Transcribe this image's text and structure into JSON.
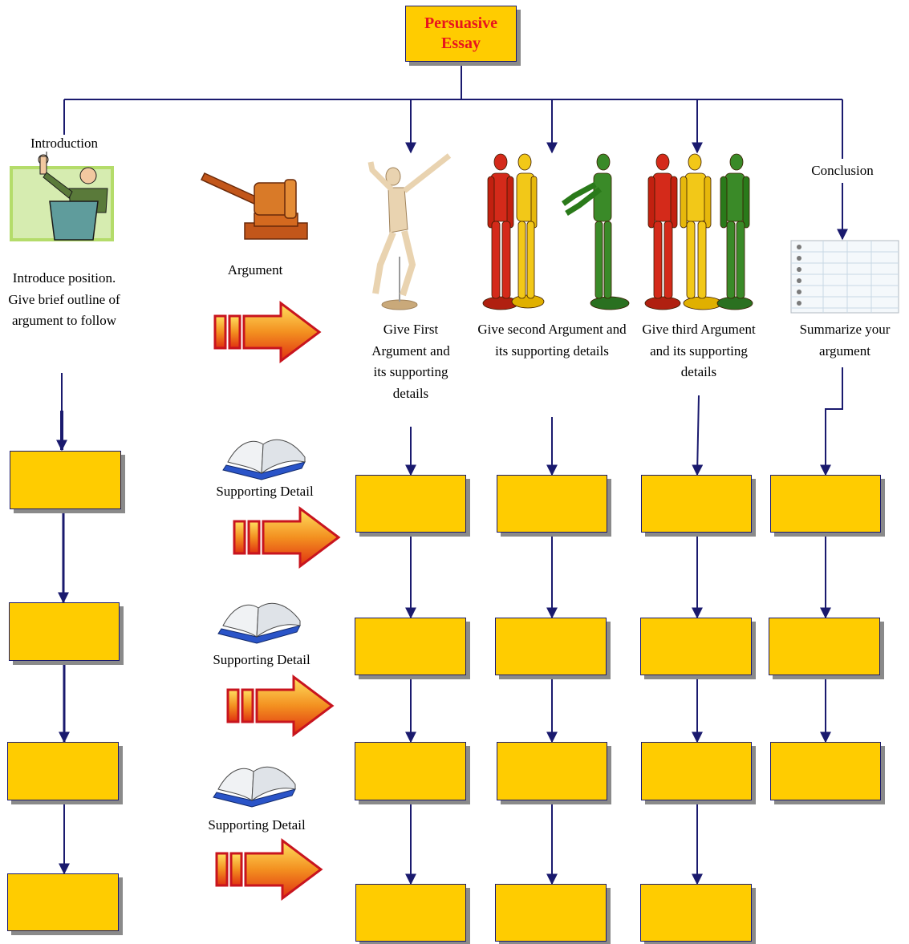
{
  "title": "Persuasive Essay",
  "columns": {
    "introduction": {
      "heading": "Introduction",
      "description": "Introduce position. Give brief outline of argument to follow"
    },
    "argument_key": {
      "heading": "Argument",
      "supporting_labels": [
        "Supporting Detail",
        "Supporting Detail",
        "Supporting Detail"
      ]
    },
    "first_argument": {
      "description": "Give First Argument and its supporting details"
    },
    "second_argument": {
      "description": "Give second Argument and its supporting details"
    },
    "third_argument": {
      "description": "Give third Argument and its supporting details"
    },
    "conclusion": {
      "heading": "Conclusion",
      "description": "Summarize your argument"
    }
  },
  "colors": {
    "box_fill": "#ffcc00",
    "box_border": "#1a1a6e",
    "connector": "#1a1a6e",
    "title_text": "#e8141e",
    "arrow_fill": "#f08020",
    "arrow_outline": "#c8141e"
  },
  "icons": {
    "introduction": "speaker-at-podium-icon",
    "argument": "gavel-icon",
    "first_argument": "wooden-mannequin-icon",
    "second_argument": "three-mannequins-icon",
    "third_argument": "three-mannequins-icon",
    "conclusion": "notepad-icon",
    "supporting_detail": "open-book-icon",
    "pointer": "block-arrow-icon"
  }
}
